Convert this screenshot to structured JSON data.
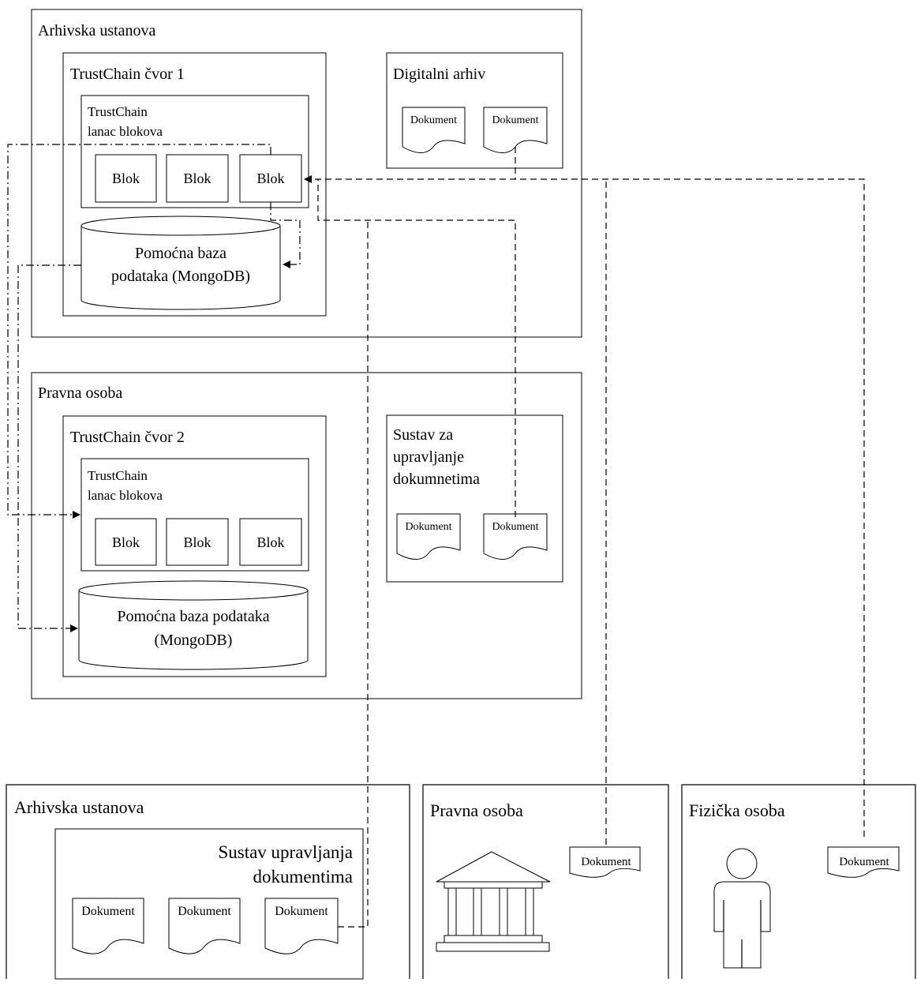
{
  "top_archive": {
    "label": "Arhivska ustanova",
    "node": {
      "label": "TrustChain čvor 1",
      "chain_label_1": "TrustChain",
      "chain_label_2": "lanac blokova",
      "blocks": [
        "Blok",
        "Blok",
        "Blok"
      ],
      "db_label_1": "Pomoćna baza",
      "db_label_2": "podataka (MongoDB)"
    },
    "digital_archive": {
      "label": "Digitalni arhiv",
      "documents": [
        "Dokument",
        "Dokument"
      ]
    }
  },
  "legal_entity": {
    "label": "Pravna osoba",
    "node": {
      "label": "TrustChain čvor 2",
      "chain_label_1": "TrustChain",
      "chain_label_2": "lanac blokova",
      "blocks": [
        "Blok",
        "Blok",
        "Blok"
      ],
      "db_label_1": "Pomoćna baza podataka",
      "db_label_2": "(MongoDB)"
    },
    "dms": {
      "label_1": "Sustav za",
      "label_2": "upravljanje",
      "label_3": "dokumnetima",
      "documents": [
        "Dokument",
        "Dokument"
      ]
    }
  },
  "bottom_archive": {
    "label": "Arhivska ustanova",
    "dms": {
      "label_1": "Sustav upravljanja",
      "label_2": "dokumentima",
      "documents": [
        "Dokument",
        "Dokument",
        "Dokument"
      ]
    }
  },
  "bottom_legal": {
    "label": "Pravna osoba",
    "document": "Dokument",
    "icon": "building-icon"
  },
  "bottom_person": {
    "label": "Fizička osoba",
    "document": "Dokument",
    "icon": "person-icon"
  }
}
